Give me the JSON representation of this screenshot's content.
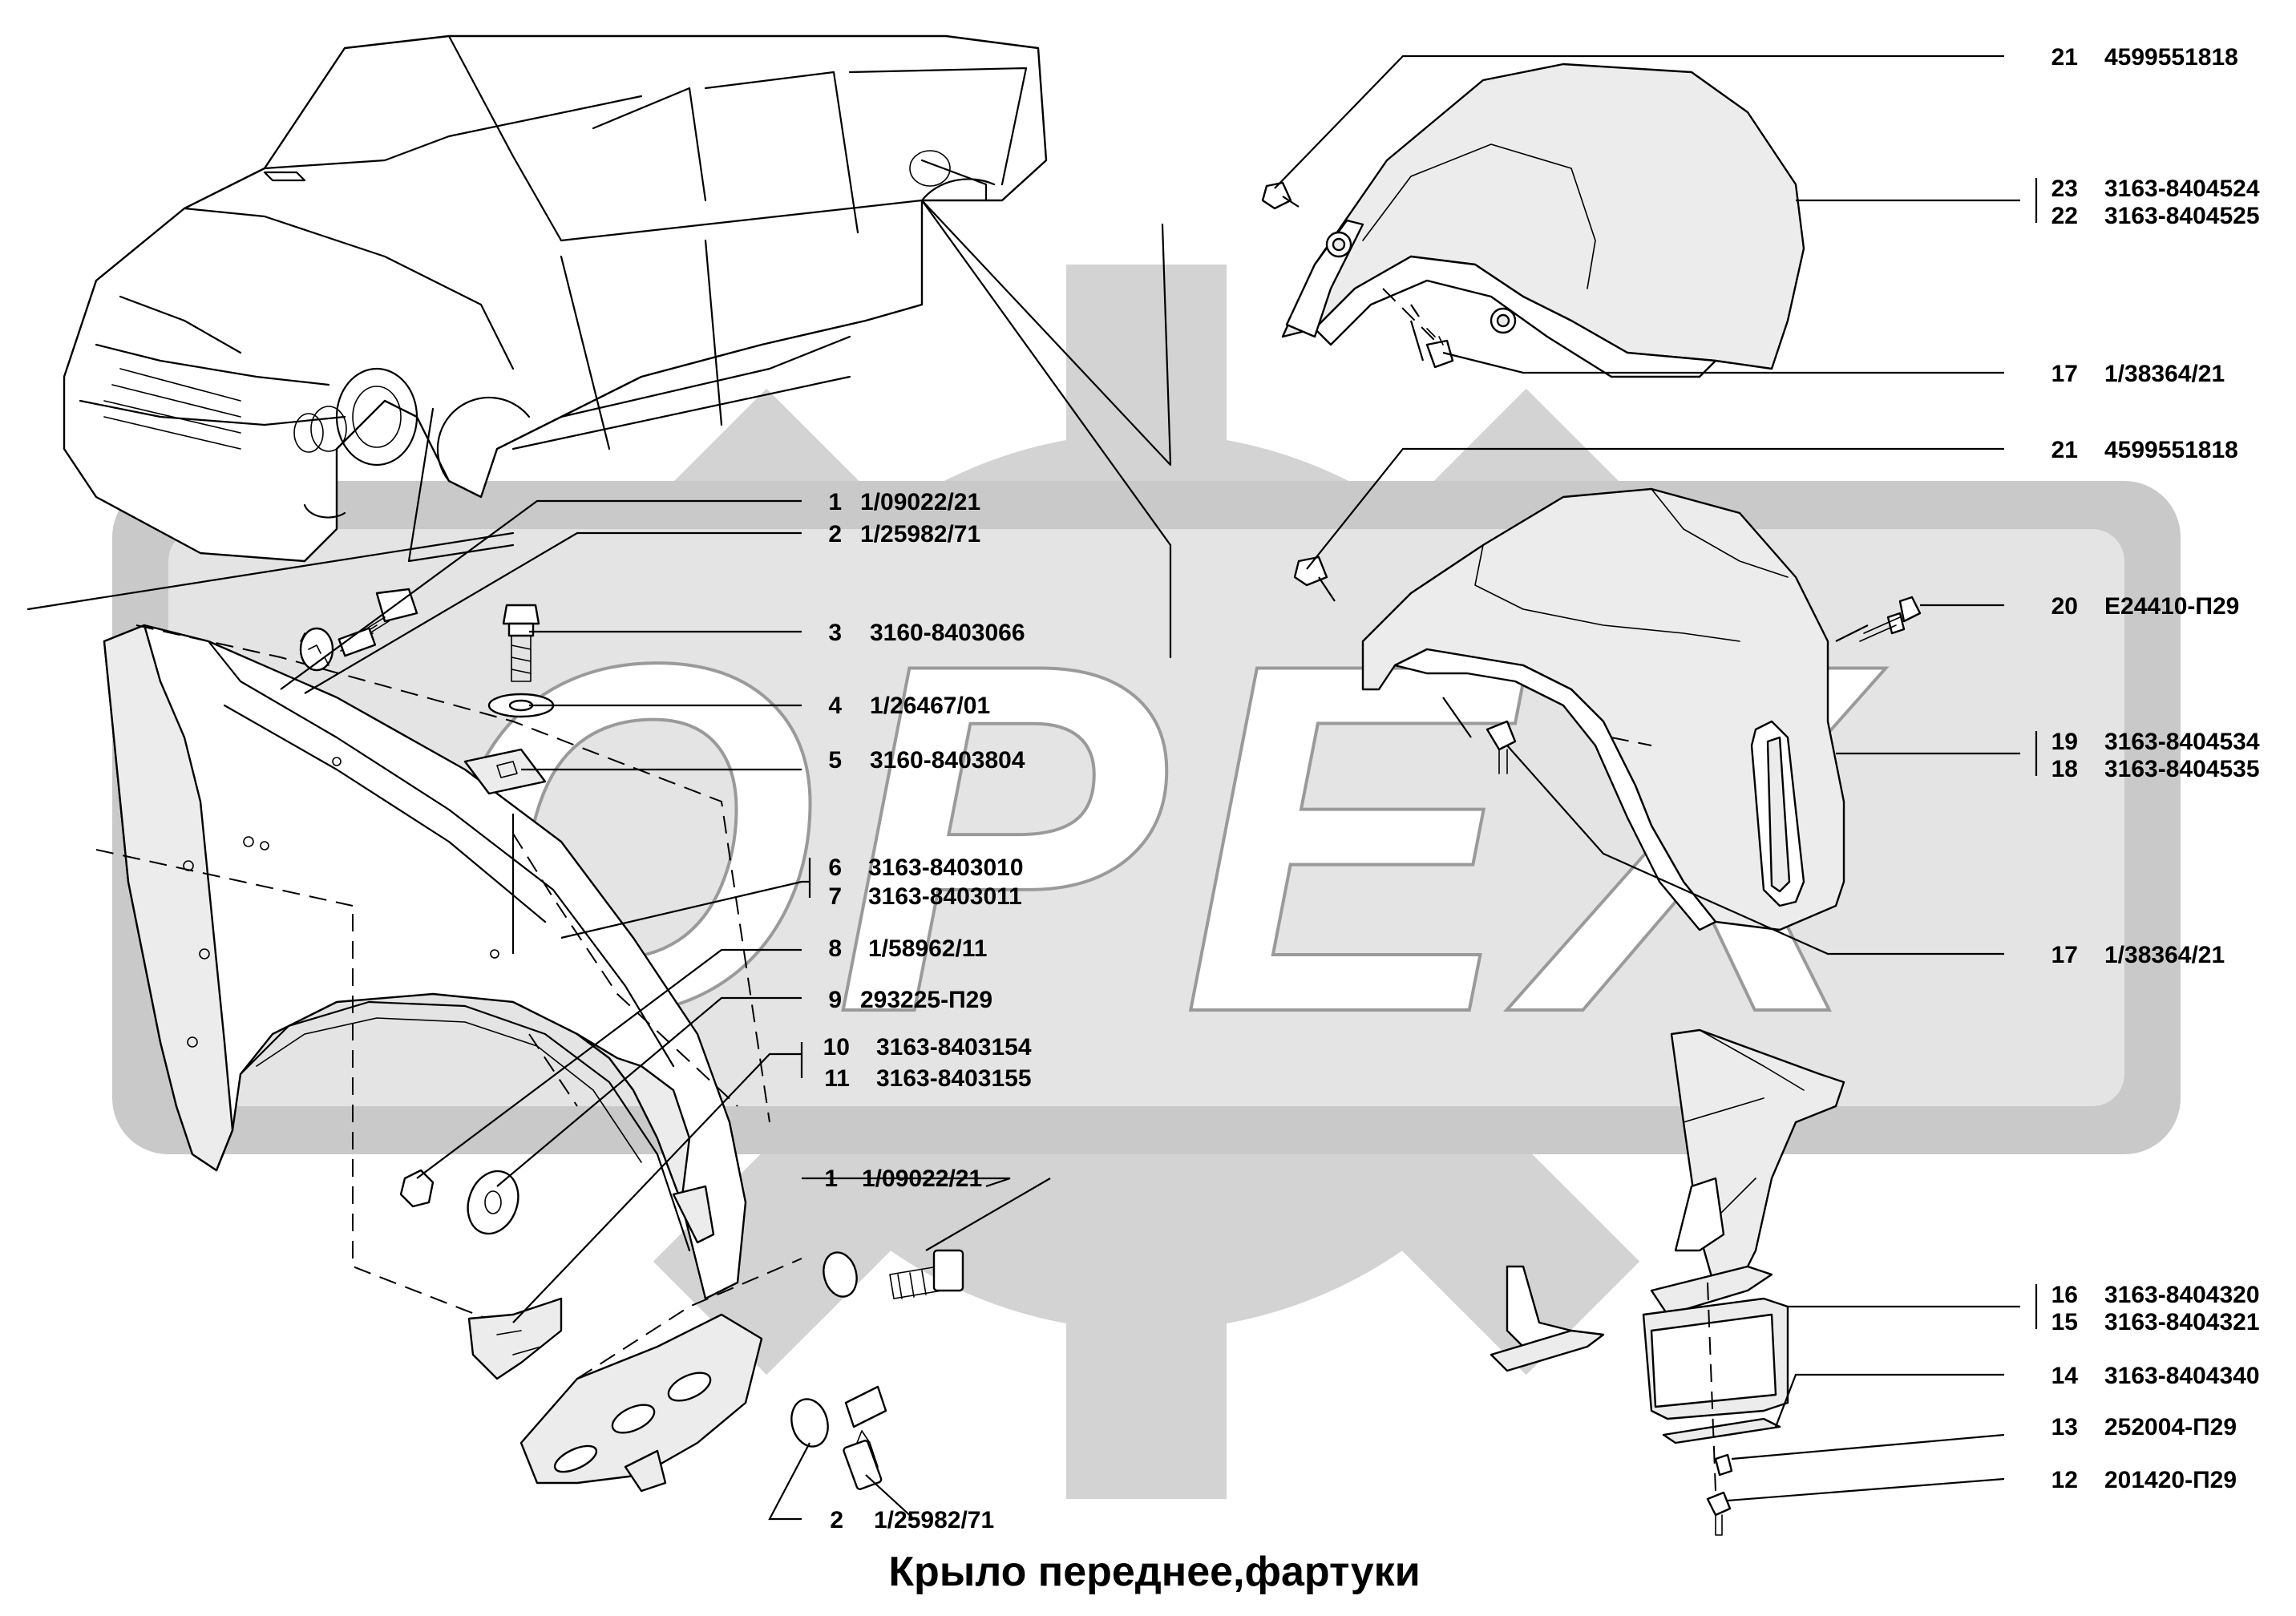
{
  "title": "Крыло переднее,фартуки",
  "watermark": {
    "text": "OPEX",
    "color": "#cfcfcf"
  },
  "callouts": [
    {
      "num": "1",
      "code": "1/09022/21"
    },
    {
      "num": "2",
      "code": "1/25982/71"
    },
    {
      "num": "3",
      "code": "3160-8403066"
    },
    {
      "num": "4",
      "code": "1/26467/01"
    },
    {
      "num": "5",
      "code": "3160-8403804"
    },
    {
      "num": "6",
      "code": "3163-8403010"
    },
    {
      "num": "7",
      "code": "3163-8403011"
    },
    {
      "num": "8",
      "code": "1/58962/11"
    },
    {
      "num": "9",
      "code": "293225-П29"
    },
    {
      "num": "10",
      "code": "3163-8403154"
    },
    {
      "num": "11",
      "code": "3163-8403155"
    },
    {
      "num": "1",
      "code": "1/09022/21"
    },
    {
      "num": "2",
      "code": "1/25982/71"
    },
    {
      "num": "21",
      "code": "4599551818"
    },
    {
      "num": "23",
      "code": "3163-8404524"
    },
    {
      "num": "22",
      "code": "3163-8404525"
    },
    {
      "num": "17",
      "code": "1/38364/21"
    },
    {
      "num": "21",
      "code": "4599551818"
    },
    {
      "num": "20",
      "code": "E24410-П29"
    },
    {
      "num": "19",
      "code": "3163-8404534"
    },
    {
      "num": "18",
      "code": "3163-8404535"
    },
    {
      "num": "17",
      "code": "1/38364/21"
    },
    {
      "num": "16",
      "code": "3163-8404320"
    },
    {
      "num": "15",
      "code": "3163-8404321"
    },
    {
      "num": "14",
      "code": "3163-8404340"
    },
    {
      "num": "13",
      "code": "252004-П29"
    },
    {
      "num": "12",
      "code": "201420-П29"
    }
  ]
}
